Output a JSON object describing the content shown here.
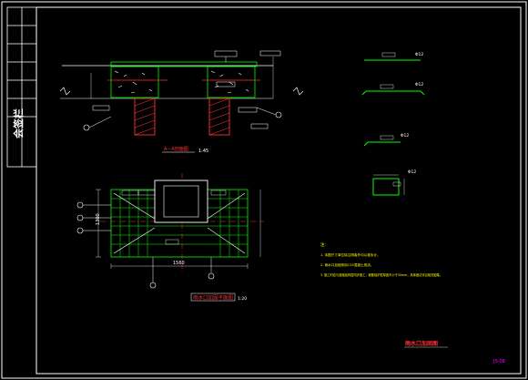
{
  "title_block": {
    "side_label": "会签栏",
    "drawing_title": "雨水口加固图",
    "sheet_number": "JS-08"
  },
  "section_view": {
    "caption": "A—A剖面图",
    "scale": "1:45"
  },
  "plan_view": {
    "caption": "雨水口加固平面图",
    "scale": "1:20",
    "width_dim": "1560",
    "height_dim": "1300"
  },
  "rebar_details": {
    "rebar_1": "Φ12",
    "rebar_2": "Φ12",
    "rebar_3": "Φ12",
    "rebar_4": "Φ12"
  },
  "notes": {
    "header": "注:",
    "items": [
      "1. 本图尺寸单位除注明者外均以毫米计。",
      "2. 雨水口加固采用C25混凝土现浇。",
      "3. 施工时应与道路结构层同步施工，钢筋保护层厚度不小于30mm，具体做法详见相关图集。"
    ]
  },
  "colors": {
    "background": "#000000",
    "frame": "#ffffff",
    "line": "#ffffff",
    "green": "#00ff00",
    "yellow": "#ffff00",
    "red": "#ff3030",
    "magenta": "#ff00ff"
  }
}
